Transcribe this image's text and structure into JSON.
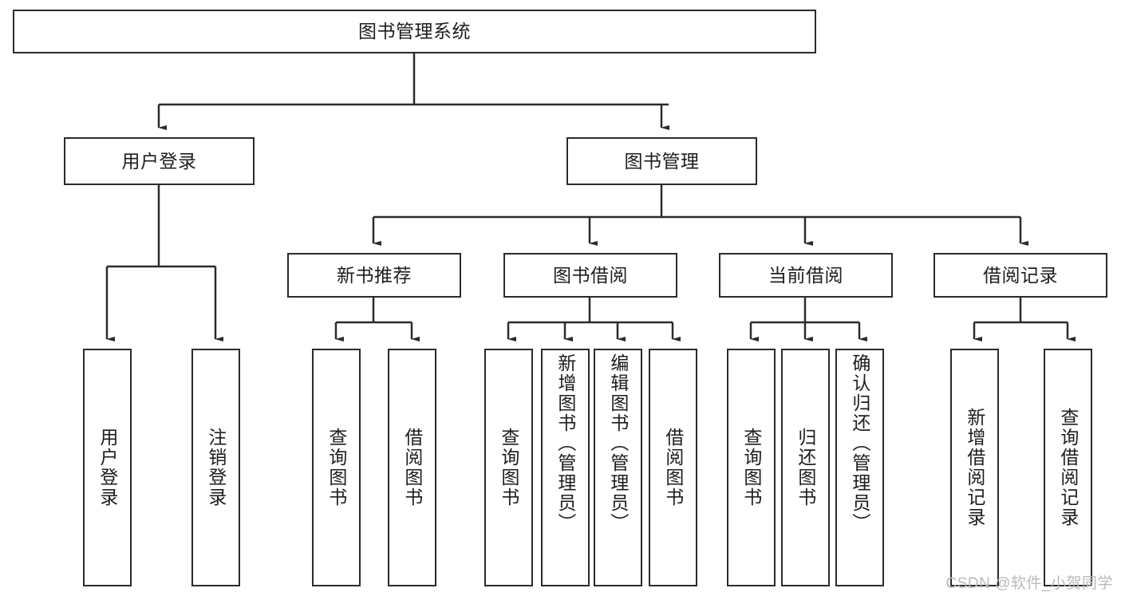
{
  "diagram": {
    "type": "tree-hierarchy-chart",
    "title": "图书管理系统",
    "stroke_color": "#2b2b2b",
    "fill_color": "#ffffff",
    "text_color": "#1d1d1d",
    "levels": [
      {
        "level": 1,
        "nodes": [
          {
            "id": "root",
            "label": "图书管理系统",
            "orientation": "horizontal"
          }
        ]
      },
      {
        "level": 2,
        "nodes": [
          {
            "id": "login",
            "label": "用户登录",
            "orientation": "horizontal",
            "parent": "root"
          },
          {
            "id": "bookmgmt",
            "label": "图书管理",
            "orientation": "horizontal",
            "parent": "root"
          }
        ]
      },
      {
        "level": 3,
        "nodes": [
          {
            "id": "newbook",
            "label": "新书推荐",
            "orientation": "horizontal",
            "parent": "bookmgmt"
          },
          {
            "id": "borrow",
            "label": "图书借阅",
            "orientation": "horizontal",
            "parent": "bookmgmt"
          },
          {
            "id": "current",
            "label": "当前借阅",
            "orientation": "horizontal",
            "parent": "bookmgmt"
          },
          {
            "id": "records",
            "label": "借阅记录",
            "orientation": "horizontal",
            "parent": "bookmgmt"
          }
        ]
      },
      {
        "level": 4,
        "nodes": [
          {
            "id": "leaf1",
            "label": "用户登录",
            "orientation": "vertical",
            "parent": "login"
          },
          {
            "id": "leaf2",
            "label": "注销登录",
            "orientation": "vertical",
            "parent": "login"
          },
          {
            "id": "leaf3",
            "label": "查询图书",
            "orientation": "vertical",
            "parent": "newbook"
          },
          {
            "id": "leaf4",
            "label": "借阅图书",
            "orientation": "vertical",
            "parent": "newbook"
          },
          {
            "id": "leaf5",
            "label": "查询图书",
            "orientation": "vertical",
            "parent": "borrow"
          },
          {
            "id": "leaf6",
            "label": "新增图书（管理员）",
            "orientation": "vertical",
            "parent": "borrow"
          },
          {
            "id": "leaf7",
            "label": "编辑图书（管理员）",
            "orientation": "vertical",
            "parent": "borrow"
          },
          {
            "id": "leaf8",
            "label": "借阅图书",
            "orientation": "vertical",
            "parent": "borrow"
          },
          {
            "id": "leaf9",
            "label": "查询图书",
            "orientation": "vertical",
            "parent": "current"
          },
          {
            "id": "leaf10",
            "label": "归还图书",
            "orientation": "vertical",
            "parent": "current"
          },
          {
            "id": "leaf11",
            "label": "确认归还（管理员）",
            "orientation": "vertical",
            "parent": "current"
          },
          {
            "id": "leaf12",
            "label": "新增借阅记录",
            "orientation": "vertical",
            "parent": "records"
          },
          {
            "id": "leaf13",
            "label": "查询借阅记录",
            "orientation": "vertical",
            "parent": "records"
          }
        ]
      }
    ]
  },
  "watermark": {
    "text": "CSDN @软件_小贺同学"
  }
}
